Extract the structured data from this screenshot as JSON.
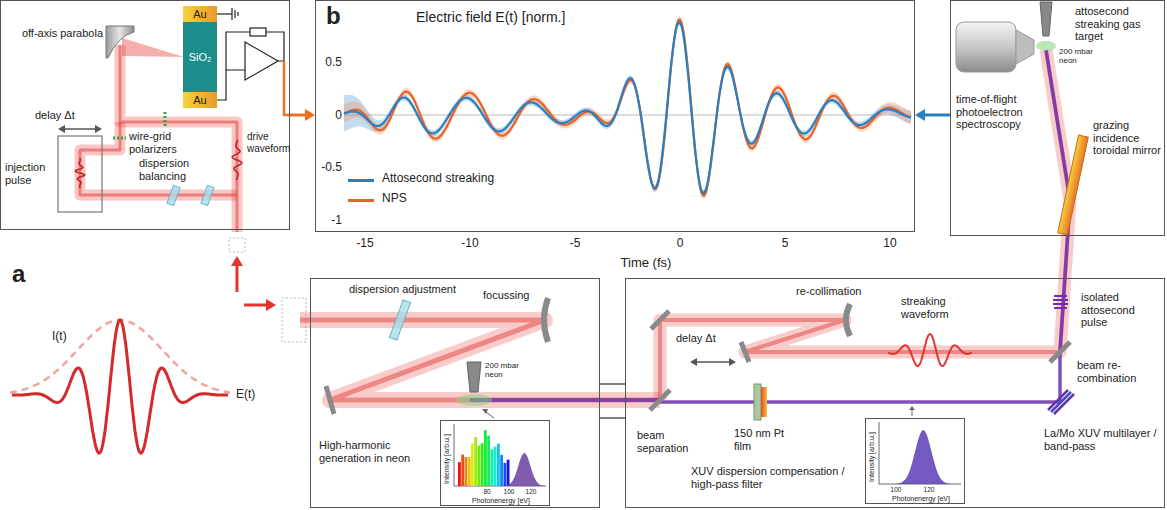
{
  "diagram": {
    "nodes": [
      {
        "text": [
          "off-axis parabola",
          "delay Δt",
          "injection pulse",
          "wire-grid polarizers",
          "dispersion balancing",
          "drive waveform"
        ]
      },
      {
        "text": [
          "Au"
        ],
        "in": 0
      },
      {
        "text": [
          "SiO₂"
        ],
        "in": 0
      },
      {
        "text": [
          "Au"
        ],
        "in": 0
      },
      {
        "text": [
          "b",
          "Electric field E(t) [norm.]",
          "0.5",
          "0",
          "-0.5",
          "-1",
          "-15",
          "-10",
          "-5",
          "0",
          "5",
          "10",
          "Time (fs)"
        ]
      },
      {
        "text": [
          "attosecond streaking gas target",
          "200 mbar neon",
          "time-of-flight photoelectron spectroscopy",
          "grazing incidence toroidal mirror"
        ]
      },
      {
        "text": [
          "dispersion adjustment",
          "focussing",
          "200 mbar neon",
          "High-harmonic generation in neon"
        ]
      },
      {
        "text": [
          "Intensity [arb.u.]",
          "Photonenergy [eV]",
          "80",
          "100",
          "120"
        ],
        "in": 6
      },
      {
        "text": [
          "re-collimation",
          "streaking waveform",
          "isolated attosecond pulse",
          "delay Δt",
          "beam re-combination",
          "beam separation",
          "150 nm Pt film",
          "XUV dispersion compensation / high-pass filter",
          "La/Mo XUV multilayer / band-pass"
        ]
      },
      {
        "text": [
          "Intensity [arb.u.]",
          "Photonenergy [eV]",
          "100",
          "120"
        ],
        "in": 8
      }
    ],
    "edges": [
      {
        "from": 0,
        "to": 4,
        "arrow": "to"
      },
      {
        "from": 5,
        "to": 4,
        "arrow": "to"
      }
    ],
    "labels": [
      "a",
      "I(t)",
      "E(t)"
    ],
    "legend": [
      {
        "text": "Attosecond streaking"
      },
      {
        "text": "NPS"
      }
    ]
  }
}
